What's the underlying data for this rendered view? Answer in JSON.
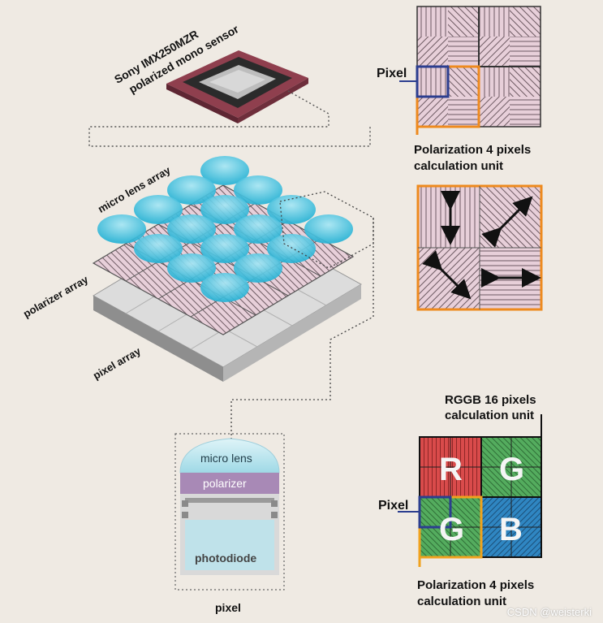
{
  "sensor_title_line1": "Sony IMX250MZR",
  "sensor_title_line2": "polarized mono sensor",
  "layers": {
    "micro_lens_array": "micro lens array",
    "polarizer_array": "polarizer array",
    "pixel_array": "pixel array"
  },
  "pixel_detail": {
    "micro_lens": "micro lens",
    "polarizer": "polarizer",
    "photodiode": "photodiode",
    "caption": "pixel"
  },
  "mono_unit": {
    "pixel_label": "Pixel",
    "caption_line1": "Polarization 4 pixels",
    "caption_line2": "calculation unit"
  },
  "rggb_unit": {
    "title_line1": "RGGB 16 pixels",
    "title_line2": "calculation unit",
    "pixel_label": "Pixel",
    "quadrants": [
      "R",
      "G",
      "G",
      "B"
    ],
    "caption_line1": "Polarization 4 pixels",
    "caption_line2": "calculation unit"
  },
  "colors": {
    "polarizer_pink": "#e5cad6",
    "lens_cyan": "#4cc7e2",
    "highlight_orange": "#ee8a1e",
    "highlight_blue": "#2c3e8f",
    "red": "#d84a4a",
    "green": "#4ea85a",
    "blue": "#2f86c2"
  },
  "watermark": "CSDN @weisterki"
}
